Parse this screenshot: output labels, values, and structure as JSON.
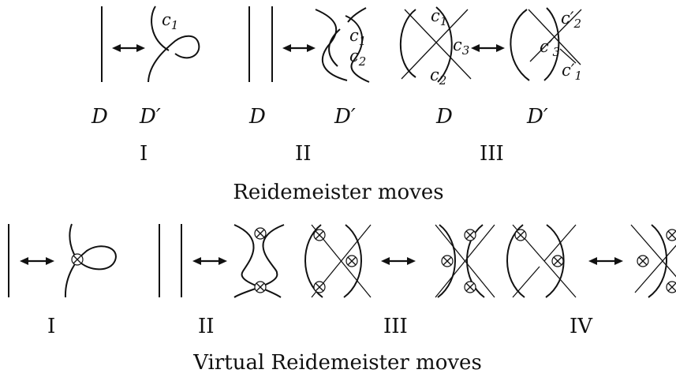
{
  "top": {
    "caption": "Reidemeister moves",
    "moves": [
      {
        "numeral": "I",
        "left_label": "D",
        "right_label": "D′"
      },
      {
        "numeral": "II",
        "left_label": "D",
        "right_label": "D′"
      },
      {
        "numeral": "III",
        "left_label": "D",
        "right_label": "D′"
      }
    ],
    "crossing_labels": {
      "m1": {
        "c1": "c",
        "c1_sub": "1"
      },
      "m2": {
        "c1": "c",
        "c1_sub": "1",
        "c2": "c",
        "c2_sub": "2"
      },
      "m3_left": {
        "c1": "c",
        "c1_sub": "1",
        "c2": "c",
        "c2_sub": "2",
        "c3": "c",
        "c3_sub": "3"
      },
      "m3_right": {
        "c2p": "c′",
        "c2p_sub": "2",
        "c3p": "c′",
        "c3p_sub": "3",
        "c1p": "c′",
        "c1p_sub": "1"
      }
    }
  },
  "bottom": {
    "caption": "Virtual Reidemeister moves",
    "moves": [
      "I",
      "II",
      "III",
      "IV"
    ]
  }
}
